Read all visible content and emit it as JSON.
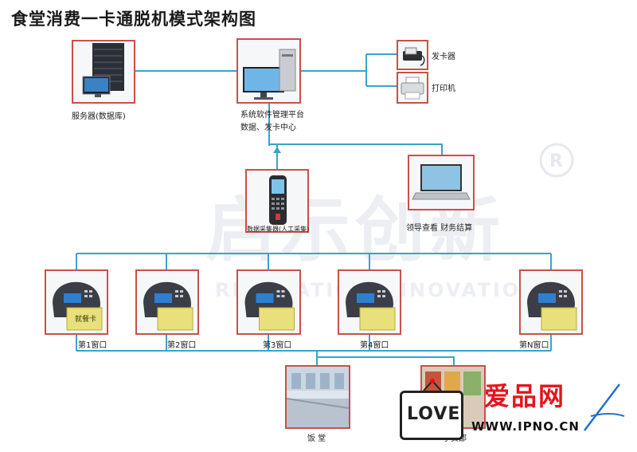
{
  "title": "食堂消费一卡通脱机模式架构图",
  "nodes": {
    "server": "服务器(数据库)",
    "platform_line1": "系统软件管理平台",
    "platform_line2": "数据、发卡中心",
    "card_issuer": "发卡器",
    "printer": "打印机",
    "collector": "数据采集器(人工采集)",
    "laptop": "领导查看 财务结算",
    "windows": [
      "第1窗口",
      "第2窗口",
      "第3窗口",
      "第4窗口",
      "第N窗口"
    ],
    "card_text": "就餐卡",
    "canteen": "饭 堂",
    "shop": "小卖部"
  },
  "watermark": {
    "cn": "启示创新",
    "en": "REVELATION INNOVATION"
  },
  "brand": {
    "love": "LOVE",
    "cn": "爱品网",
    "url": "WWW.IPNO.CN"
  },
  "colors": {
    "wire": "#3aa3c9",
    "frame": "#c9504a",
    "brand_red": "#e5141b"
  }
}
